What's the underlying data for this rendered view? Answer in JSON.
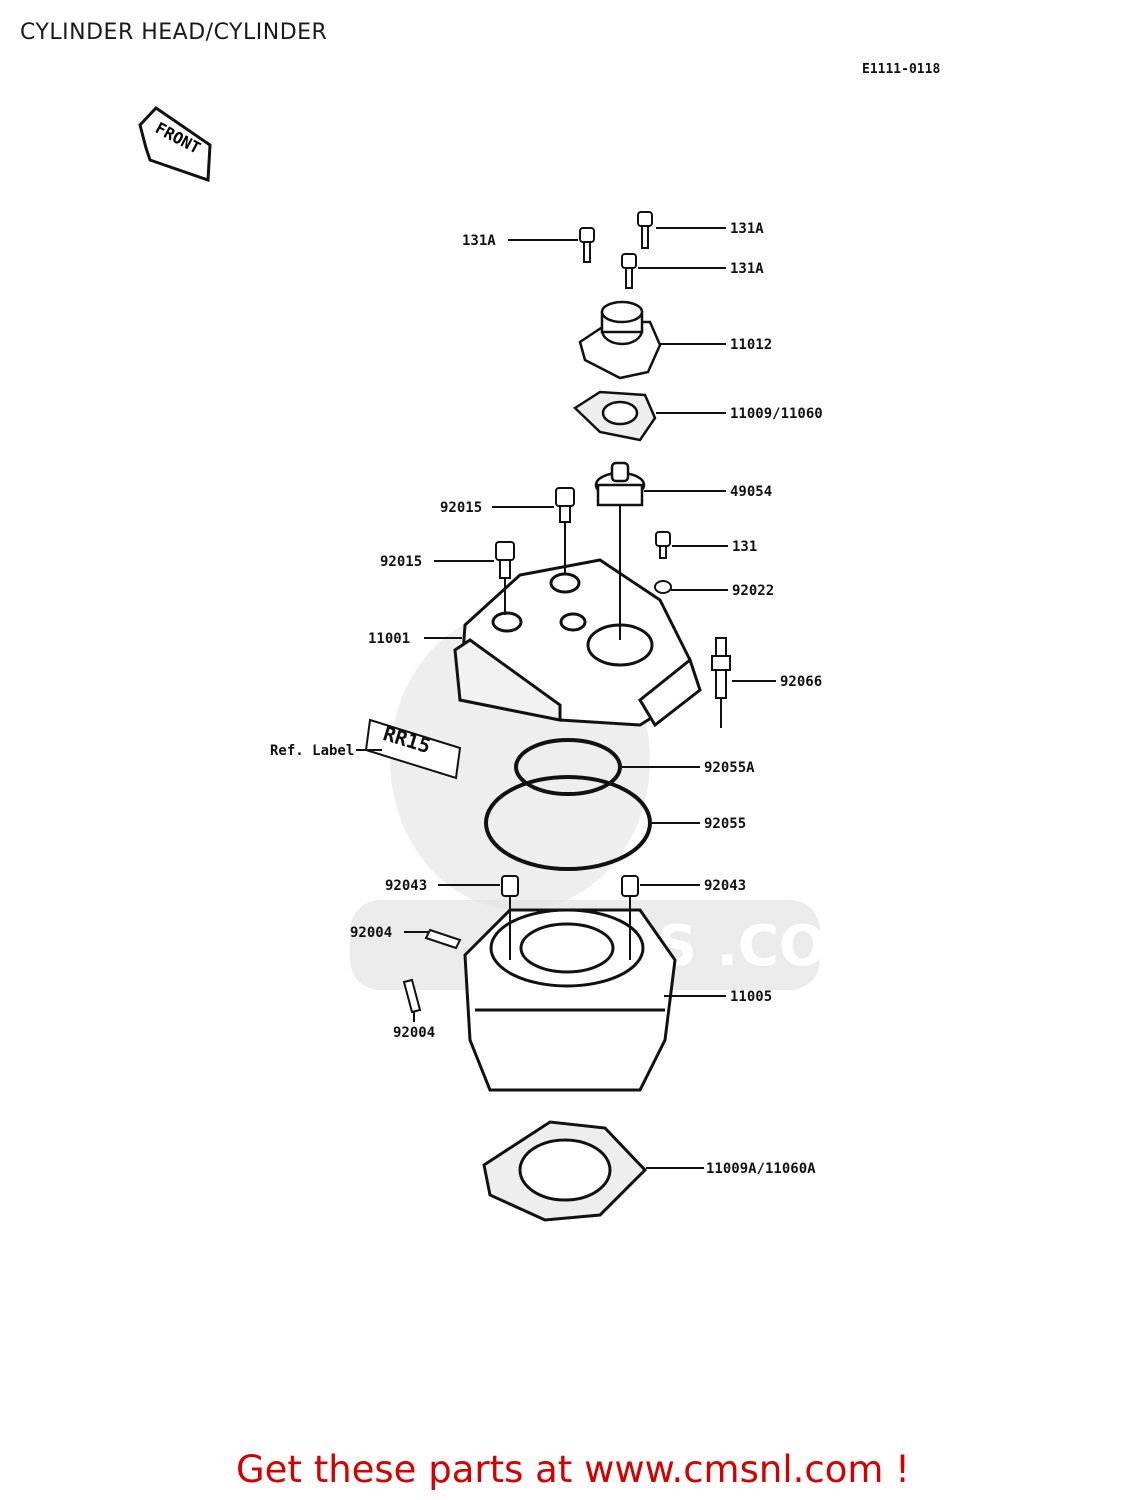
{
  "header": {
    "title": "CYLINDER HEAD/CYLINDER",
    "diagram_code": "E1111-0118"
  },
  "front_arrow": {
    "text": "FRONT"
  },
  "ref_label_plate": "RR15",
  "watermark": "CMS .COM",
  "parts": [
    {
      "id": "131a-left",
      "label": "131A"
    },
    {
      "id": "131a-top",
      "label": "131A"
    },
    {
      "id": "131a-right",
      "label": "131A"
    },
    {
      "id": "11012",
      "label": "11012"
    },
    {
      "id": "11009",
      "label": "11009/11060"
    },
    {
      "id": "49054",
      "label": "49054"
    },
    {
      "id": "92015-a",
      "label": "92015"
    },
    {
      "id": "131",
      "label": "131"
    },
    {
      "id": "92015-b",
      "label": "92015"
    },
    {
      "id": "92022",
      "label": "92022"
    },
    {
      "id": "11001",
      "label": "11001"
    },
    {
      "id": "92066",
      "label": "92066"
    },
    {
      "id": "ref-label",
      "label": "Ref. Label"
    },
    {
      "id": "92055a",
      "label": "92055A"
    },
    {
      "id": "92055",
      "label": "92055"
    },
    {
      "id": "92043-left",
      "label": "92043"
    },
    {
      "id": "92043-right",
      "label": "92043"
    },
    {
      "id": "92004-upper",
      "label": "92004"
    },
    {
      "id": "11005",
      "label": "11005"
    },
    {
      "id": "92004-lower",
      "label": "92004"
    },
    {
      "id": "11009a",
      "label": "11009A/11060A"
    }
  ],
  "promo": "Get these parts at www.cmsnl.com !"
}
